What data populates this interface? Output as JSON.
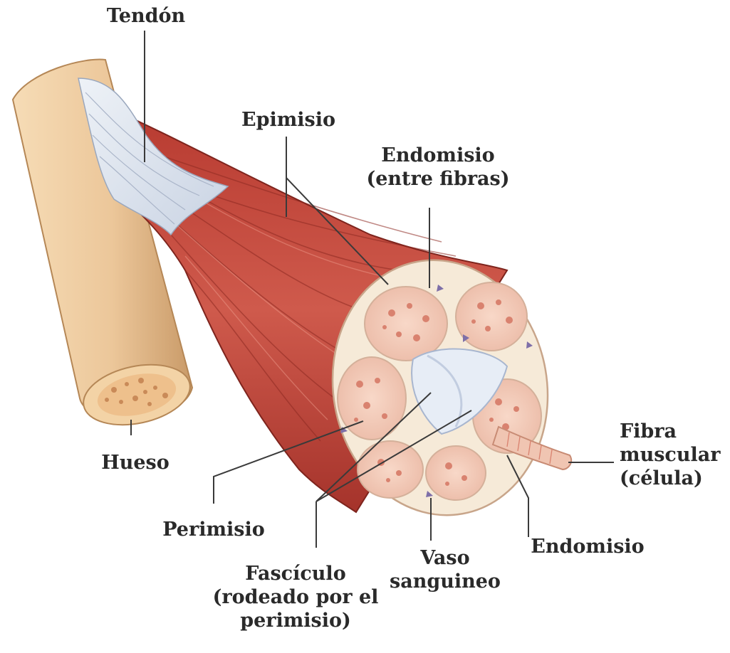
{
  "labels": {
    "tendon": "Tendón",
    "epimisio": "Epimisio",
    "endomisio_top": [
      "Endomisio",
      "(entre fibras)"
    ],
    "hueso": "Hueso",
    "fibra": [
      "Fibra",
      "muscular",
      "(célula)"
    ],
    "perimisio": "Perimisio",
    "fasciculo": [
      "Fascículo",
      "(rodeado por el",
      "perimisio)"
    ],
    "vaso": [
      "Vaso",
      "sanguineo"
    ],
    "endomisio_bottom": "Endomisio"
  },
  "colors": {
    "muscle": "#c0453a",
    "muscle_dark": "#8e2a22",
    "bone": "#ecc79a",
    "tendon": "#dfe6f0",
    "fiber": "#f0c5b2",
    "fiber_dot": "#d9826f",
    "sheath": "#f6ead8",
    "leader": "#3a3a3a"
  }
}
